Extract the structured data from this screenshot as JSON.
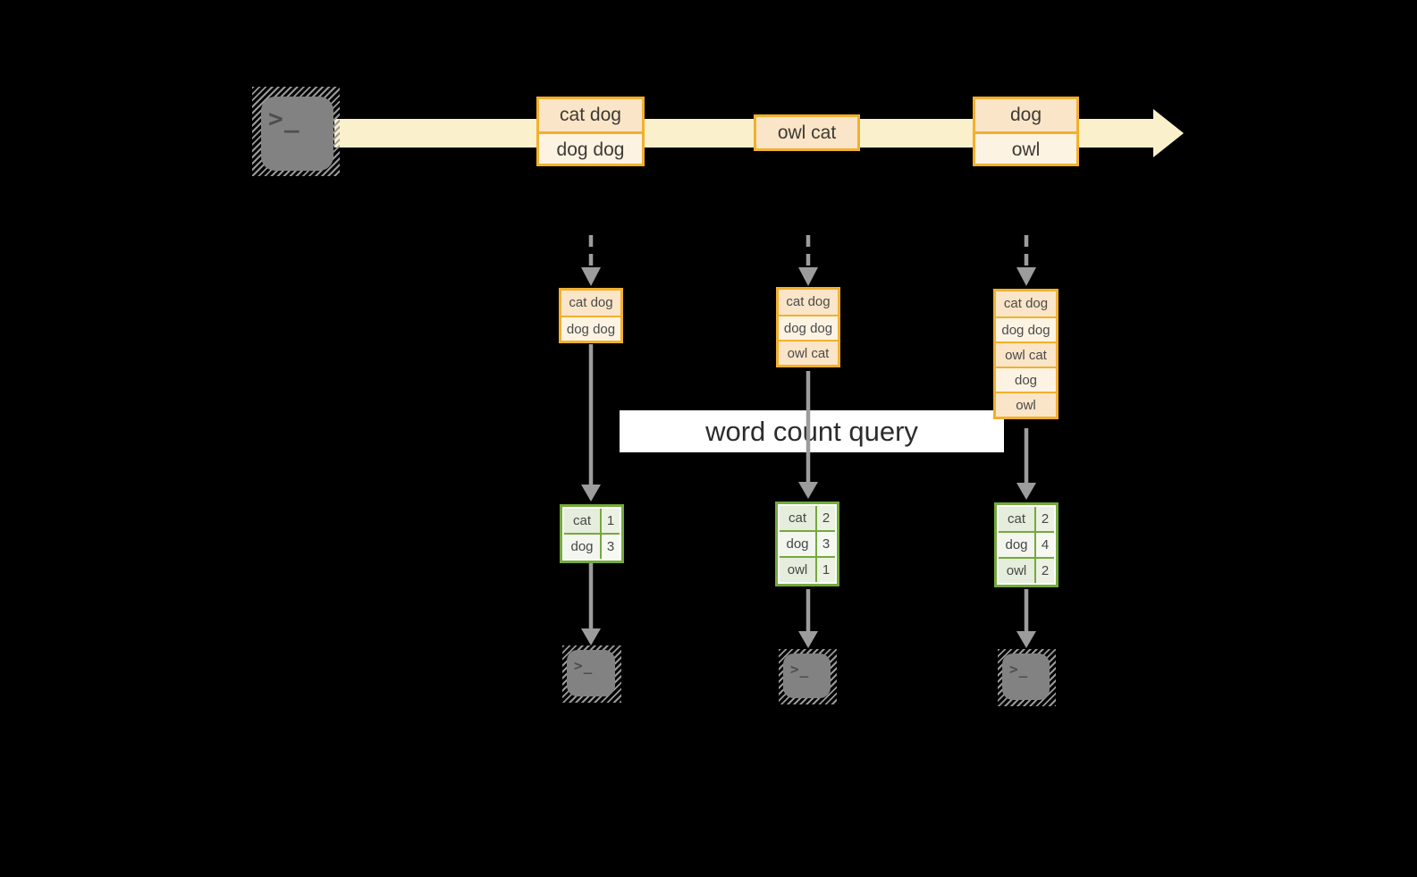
{
  "diagram": {
    "banner": {
      "label": "word count query"
    },
    "colors": {
      "background": "#000000",
      "stream_band": "#FAF1CC",
      "event_border": "#F2B02D",
      "event_fill_dark": "#FAE5C8",
      "event_fill_light": "#FCF3E3",
      "table_border": "#75A93C",
      "table_fill_dark": "#E5EDDC",
      "table_fill_light": "#F2F6EE",
      "arrow_gray": "#9C9C9C",
      "terminal_gray": "#828282"
    },
    "source_terminal": {
      "glyph": ">_"
    },
    "stream": {
      "events": [
        {
          "lines": [
            "cat dog",
            "dog dog"
          ]
        },
        {
          "lines": [
            "owl cat"
          ]
        },
        {
          "lines": [
            "dog",
            "owl"
          ]
        }
      ]
    },
    "columns": [
      {
        "buffer": [
          "cat dog",
          "dog dog"
        ],
        "counts": [
          {
            "word": "cat",
            "count": "1"
          },
          {
            "word": "dog",
            "count": "3"
          }
        ],
        "terminal": {
          "glyph": ">_"
        }
      },
      {
        "buffer": [
          "cat dog",
          "dog dog",
          "owl cat"
        ],
        "counts": [
          {
            "word": "cat",
            "count": "2"
          },
          {
            "word": "dog",
            "count": "3"
          },
          {
            "word": "owl",
            "count": "1"
          }
        ],
        "terminal": {
          "glyph": ">_"
        }
      },
      {
        "buffer": [
          "cat dog",
          "dog dog",
          "owl cat",
          "dog",
          "owl"
        ],
        "counts": [
          {
            "word": "cat",
            "count": "2"
          },
          {
            "word": "dog",
            "count": "4"
          },
          {
            "word": "owl",
            "count": "2"
          }
        ],
        "terminal": {
          "glyph": ">_"
        }
      }
    ]
  }
}
